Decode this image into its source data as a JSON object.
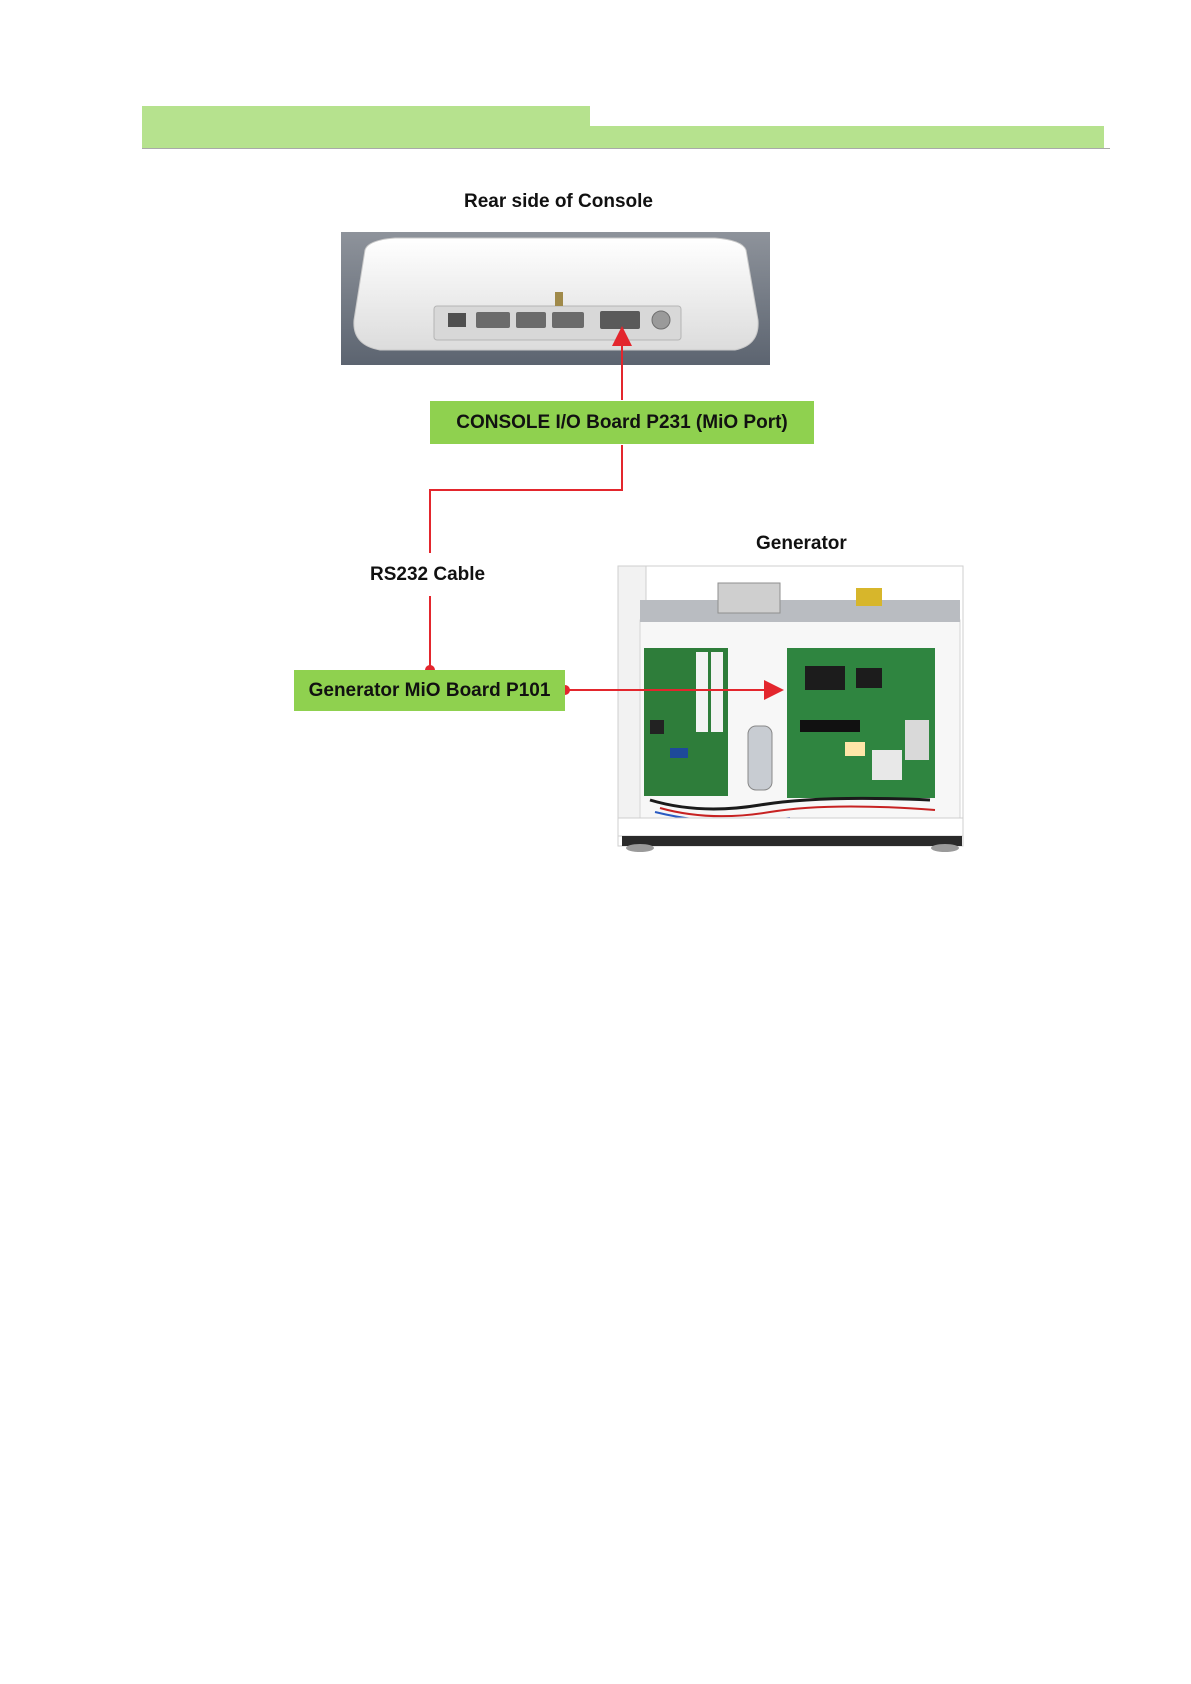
{
  "header": {
    "bar_color": "#b6e28e",
    "rule_color": "#a9a9a9"
  },
  "diagram": {
    "console_caption": "Rear side of Console",
    "console_board_label": "CONSOLE I/O Board P231 (MiO Port)",
    "cable_label": "RS232 Cable",
    "generator_caption": "Generator",
    "generator_board_label": "Generator MiO Board P101",
    "label_box_color": "#8fd14f",
    "connector_color": "#e3262d"
  }
}
